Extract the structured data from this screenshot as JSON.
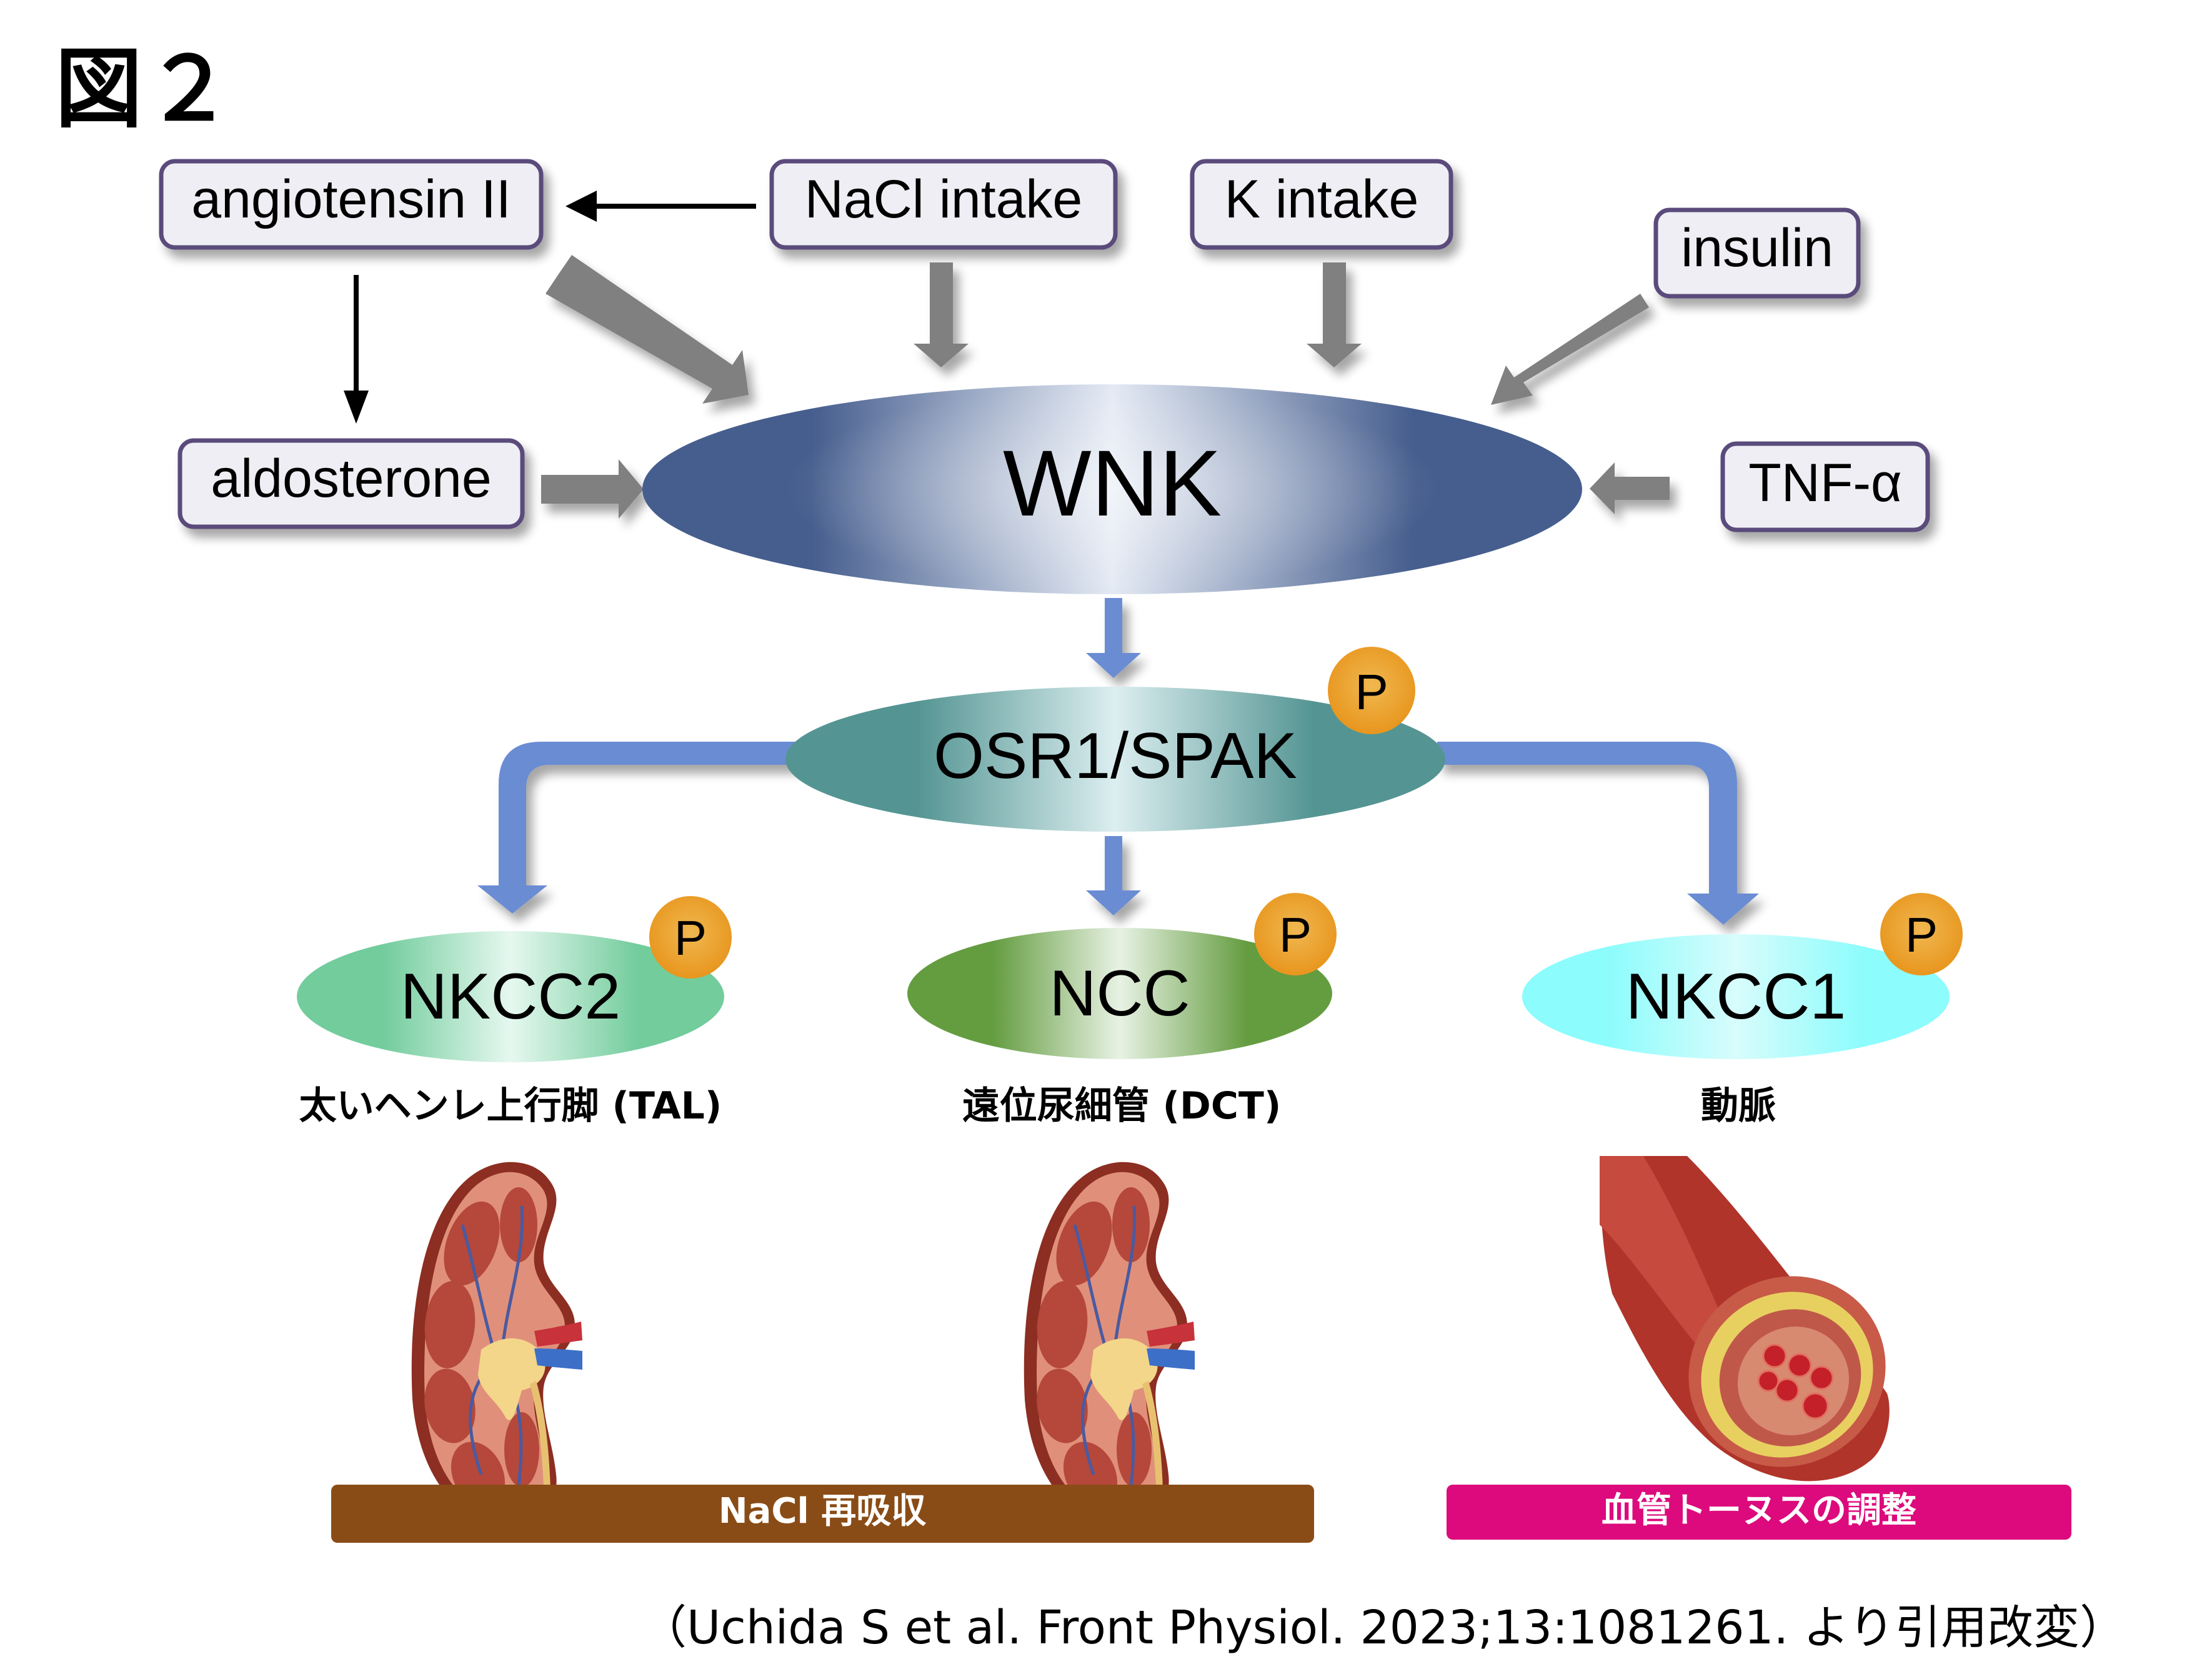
{
  "figure": {
    "title": "図２",
    "citation": "（Uchida S et al. Front Physiol. 2023;13:1081261. より引用改変）"
  },
  "inputs": {
    "angiotensin": "angiotensin II",
    "nacl_intake": "NaCl intake",
    "k_intake": "K intake",
    "insulin": "insulin",
    "aldosterone": "aldosterone",
    "tnf": "TNF-α"
  },
  "core": {
    "wnk": "WNK",
    "osr1_spak": "OSR1/SPAK",
    "phospho_label": "P"
  },
  "transporters": [
    {
      "name": "NKCC2",
      "site": "太いヘンレ上行脚 (TAL)",
      "illustration": "kidney-illustration"
    },
    {
      "name": "NCC",
      "site": "遠位尿細管 (DCT)",
      "illustration": "kidney-illustration"
    },
    {
      "name": "NKCC1",
      "site": "動脈",
      "illustration": "artery-illustration"
    }
  ],
  "outcomes": {
    "nacl_reabsorption": "NaCl 再吸収",
    "vascular_tone": "血管トーヌスの調整"
  },
  "colors": {
    "box_fill": "#efeef4",
    "box_border": "#5a4b7c",
    "gray_arrow": "#808080",
    "blue_arrow": "#6a8cd3",
    "wnk_dark": "#465e8e",
    "osr_dark": "#549593",
    "nkcc2": "#72cc9c",
    "ncc": "#649c40",
    "nkcc1": "#8cfcfc",
    "phospho": "#e89c28",
    "band_brown": "#8a4c16",
    "band_magenta": "#dc0a7c"
  }
}
